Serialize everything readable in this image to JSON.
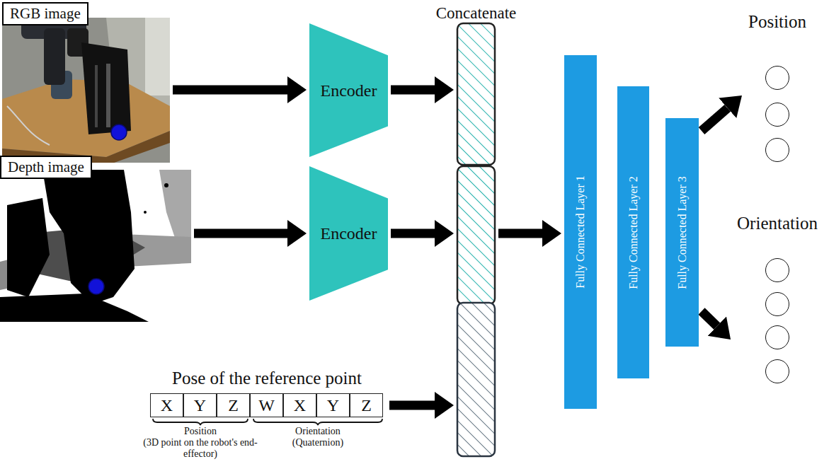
{
  "diagram": {
    "nodes": [
      {
        "text": [
          "RGB image"
        ]
      },
      {
        "text": [
          "Depth image"
        ]
      },
      {
        "text": [
          "Encoder"
        ]
      },
      {
        "text": [
          "Encoder"
        ]
      },
      {
        "text": [
          "Pose of the reference point"
        ]
      },
      {
        "text": [
          "X"
        ],
        "in": 4
      },
      {
        "text": [
          "Y"
        ],
        "in": 4
      },
      {
        "text": [
          "Z"
        ],
        "in": 4
      },
      {
        "text": [
          "W"
        ],
        "in": 4
      },
      {
        "text": [
          "X"
        ],
        "in": 4
      },
      {
        "text": [
          "Y"
        ],
        "in": 4
      },
      {
        "text": [
          "Z"
        ],
        "in": 4
      },
      {
        "text": [
          "Concatenate"
        ]
      },
      {
        "text": [
          "Fully Connected Layer 1"
        ]
      },
      {
        "text": [
          "Fully Connected Layer 2"
        ]
      },
      {
        "text": [
          "Fully Connected Layer 3"
        ]
      },
      {
        "text": [
          "Position"
        ]
      },
      {
        "text": [
          "Orientation"
        ]
      }
    ],
    "edges": [
      {
        "from": 0,
        "to": 2,
        "arrow": "to"
      },
      {
        "from": 1,
        "to": 3,
        "arrow": "to"
      },
      {
        "from": 2,
        "to": 12,
        "arrow": "to"
      },
      {
        "from": 3,
        "to": 12,
        "arrow": "to"
      },
      {
        "from": 4,
        "to": 12,
        "arrow": "to"
      },
      {
        "from": 12,
        "to": 13,
        "arrow": "to"
      },
      {
        "from": 15,
        "to": 16,
        "arrow": "to"
      },
      {
        "from": 15,
        "to": 17,
        "arrow": "to"
      }
    ],
    "labels": [
      "Position",
      "(3D point on the robot's end-effector)",
      "Orientation",
      "(Quaternion)"
    ]
  }
}
